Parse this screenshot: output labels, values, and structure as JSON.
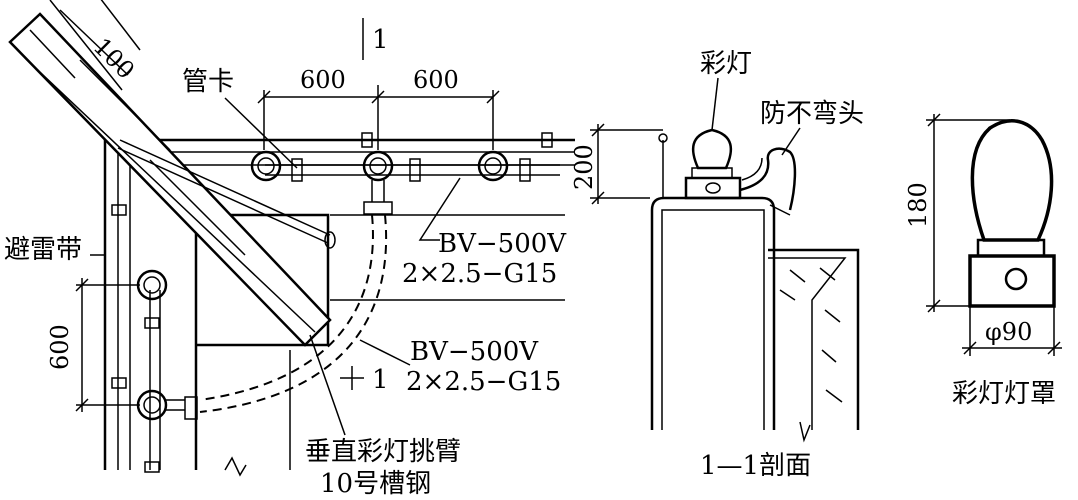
{
  "labels": {
    "pipe_clamp": "管卡",
    "lightning_belt": "避雷带",
    "section_mark_top": "1",
    "section_mark_mid": "1",
    "cable_top_line1": "BV−500V",
    "cable_top_line2": "2×2.5−G15",
    "cable_bottom_line1": "BV−500V",
    "cable_bottom_line2": "2×2.5−G15",
    "arm_line1": "垂直彩灯挑臂",
    "arm_line2": "10号槽钢",
    "lamp": "彩灯",
    "elbow": "防不弯头",
    "section_title": "1—1剖面",
    "cover_title": "彩灯灯罩",
    "diameter": "φ90"
  },
  "dimensions": {
    "d100": "100",
    "d600_left": "600",
    "d600_right": "600",
    "d600_vertical": "600",
    "d200": "200",
    "d180": "180"
  }
}
